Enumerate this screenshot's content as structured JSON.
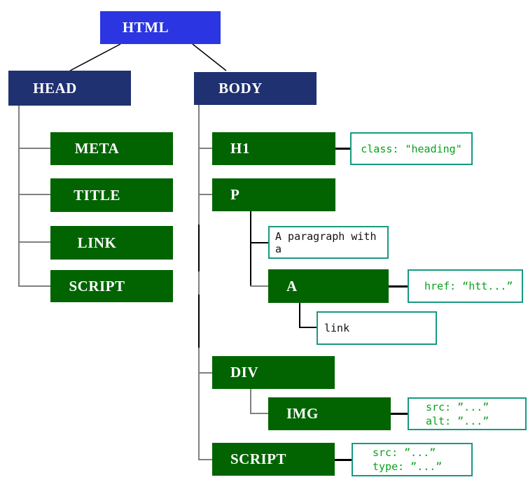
{
  "diagram_title": "HTML DOM tree diagram",
  "colors": {
    "root_fill": "#2b35e2",
    "branch_fill": "#1f3170",
    "node_fill": "#016401",
    "annotation_border": "#179a80",
    "annotation_text": "#0ba11c",
    "connector_gray": "#808080",
    "connector_black": "#000000"
  },
  "nodes": {
    "html": "HTML",
    "head": "HEAD",
    "body": "BODY",
    "meta": "META",
    "title": "TITLE",
    "link": "LINK",
    "script_head": "SCRIPT",
    "h1": "H1",
    "p": "P",
    "a": "A",
    "div": "DIV",
    "img": "IMG",
    "script_body": "SCRIPT"
  },
  "text_nodes": {
    "paragraph": "A paragraph with a",
    "link_text": "link"
  },
  "annotations": {
    "h1": {
      "line1": "class: \"heading\""
    },
    "a": {
      "line1": "href: “htt...”"
    },
    "img": {
      "line1": "src: ”...”",
      "line2": "alt: ”...”"
    },
    "script": {
      "line1": "src: ”...”",
      "line2": "type: ”...”"
    }
  }
}
